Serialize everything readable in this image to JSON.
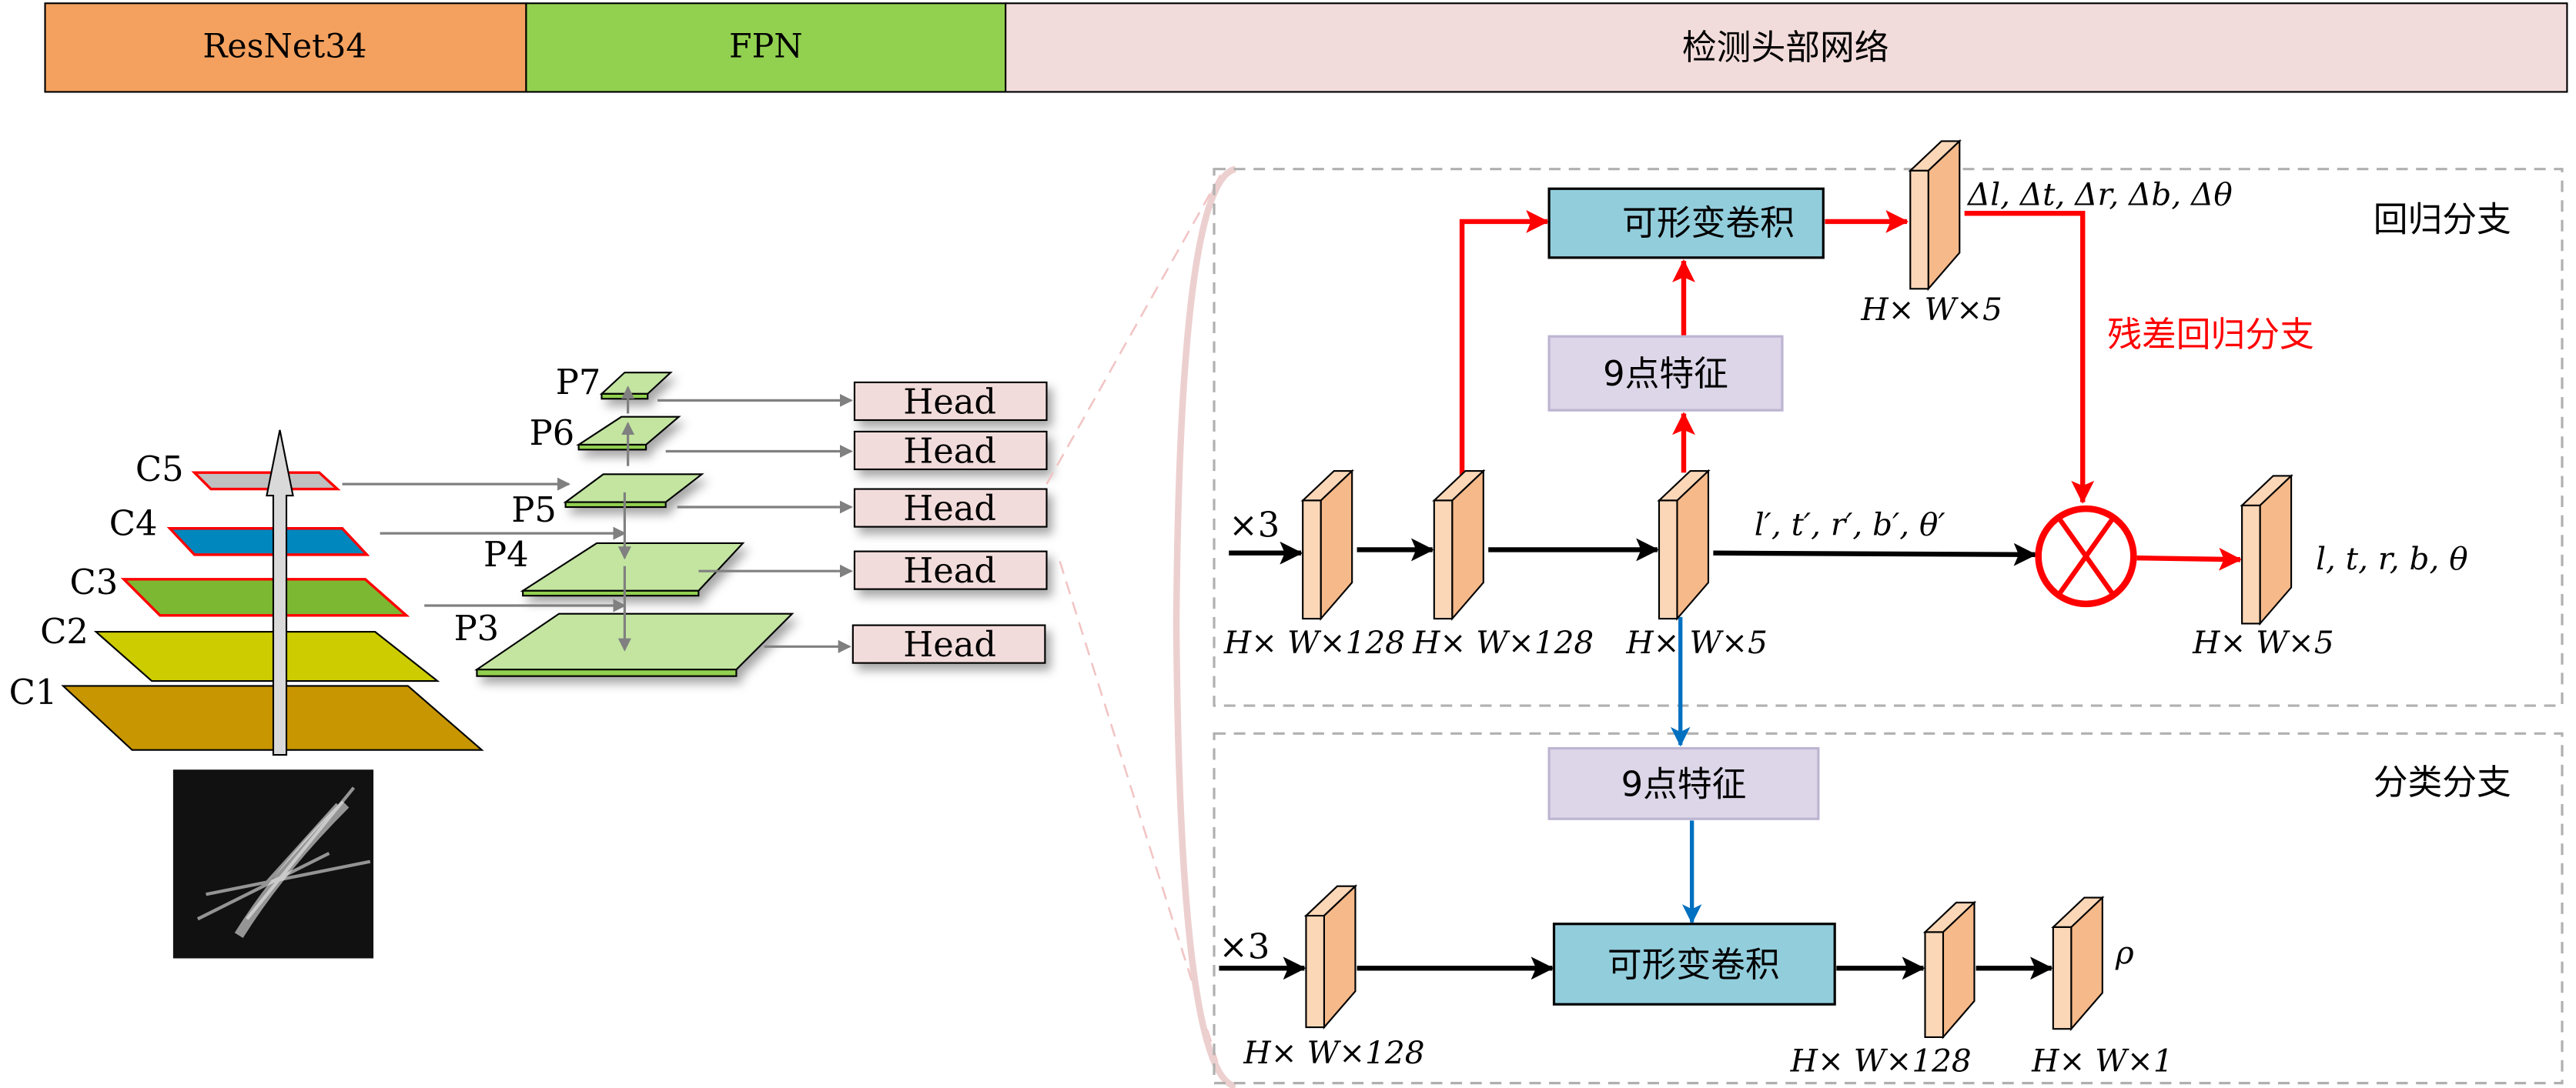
{
  "header": {
    "segments": [
      {
        "label": "ResNet34",
        "color": "#f4a15f"
      },
      {
        "label": "FPN",
        "color": "#92d050"
      },
      {
        "label": "检测头部网络",
        "color": "#f2dcdb"
      }
    ]
  },
  "backbone": {
    "levels": [
      "C1",
      "C2",
      "C3",
      "C4",
      "C5"
    ],
    "colors": {
      "C1": "#c89600",
      "C2": "#cccc00",
      "C3": "#7cb832",
      "C4": "#0087bd",
      "C5": "#c0c0c0"
    }
  },
  "fpn": {
    "levels": [
      "P3",
      "P4",
      "P5",
      "P6",
      "P7"
    ],
    "color": "#c3e5a0"
  },
  "heads": {
    "label": "Head",
    "color": "#f2dcdb"
  },
  "regression": {
    "title": "回归分支",
    "residual_label": "残差回归分支",
    "deform_conv": "可形变卷积",
    "nine_point": "9点特征",
    "repeat": "×3",
    "dims": [
      "H× W×128",
      "H× W×128",
      "H× W×5",
      "H× W×5",
      "H× W×5"
    ],
    "delta_label": "Δl, Δt, Δr, Δb, Δθ",
    "coarse_label": "l′, t′, r′, b′, θ′",
    "final_label": "l, t, r, b, θ"
  },
  "classification": {
    "title": "分类分支",
    "nine_point": "9点特征",
    "deform_conv": "可形变卷积",
    "repeat": "×3",
    "dims": [
      "H× W×128",
      "H× W×128",
      "H× W×1"
    ],
    "output_label": "ρ"
  },
  "colors": {
    "red": "#ff0000",
    "blue": "#0070c0",
    "gray": "#808080",
    "conv_box": "#92cddc",
    "nine_box": "#dcd6e8",
    "block_front": "#fbd7b7",
    "block_side": "#f6b98a"
  }
}
